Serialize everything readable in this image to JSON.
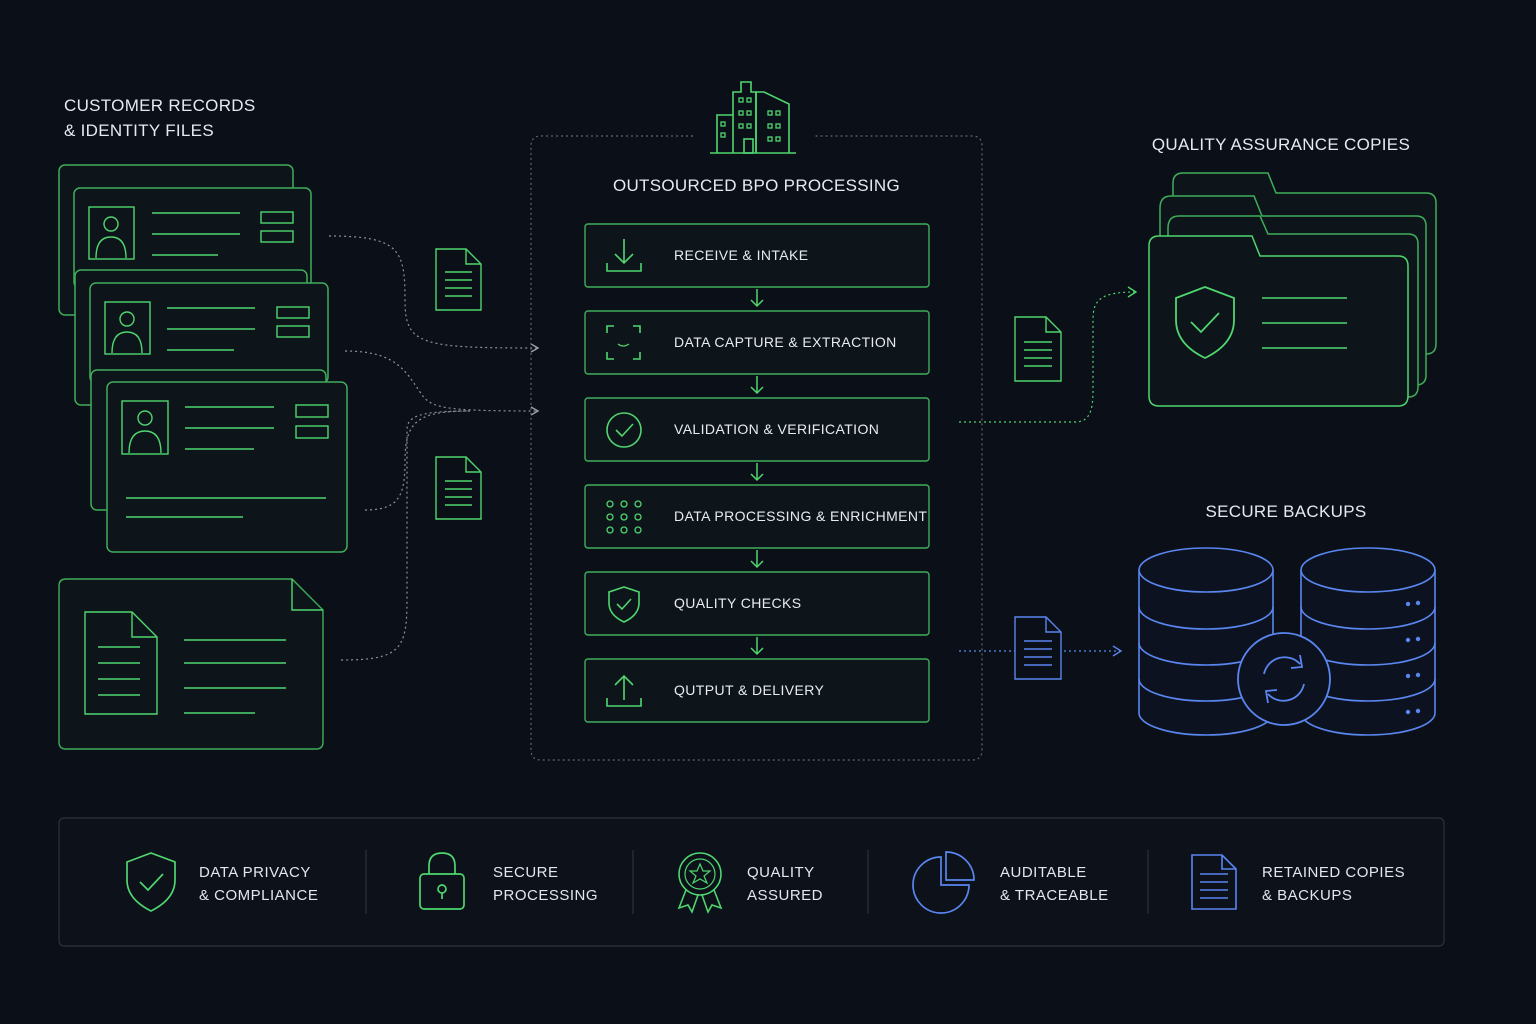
{
  "inputs": {
    "title_line1": "CUSTOMER RECORDS",
    "title_line2": "& IDENTITY FILES"
  },
  "process": {
    "title": "OUTSOURCED BPO PROCESSING",
    "steps": [
      {
        "label": "RECEIVE & INTAKE",
        "icon": "download-icon"
      },
      {
        "label": "DATA CAPTURE & EXTRACTION",
        "icon": "scan-icon"
      },
      {
        "label": "VALIDATION & VERIFICATION",
        "icon": "check-circle-icon"
      },
      {
        "label": "DATA PROCESSING & ENRICHMENT",
        "icon": "grid-dots-icon"
      },
      {
        "label": "QUALITY CHECKS",
        "icon": "shield-check-icon"
      },
      {
        "label": "QUTPUT & DELIVERY",
        "icon": "upload-icon"
      }
    ]
  },
  "qa": {
    "title": "QUALITY ASSURANCE COPIES"
  },
  "backups": {
    "title": "SECURE BACKUPS"
  },
  "features": [
    {
      "line1": "DATA PRIVACY",
      "line2": "& COMPLIANCE",
      "icon": "shield-check-icon"
    },
    {
      "line1": "SECURE",
      "line2": "PROCESSING",
      "icon": "padlock-icon"
    },
    {
      "line1": "QUALITY",
      "line2": "ASSURED",
      "icon": "award-badge-icon"
    },
    {
      "line1": "AUDITABLE",
      "line2": "& TRACEABLE",
      "icon": "pie-chart-icon"
    },
    {
      "line1": "RETAINED COPIES",
      "line2": "& BACKUPS",
      "icon": "document-icon"
    }
  ],
  "colors": {
    "background": "#0b0f17",
    "green": "#4fd66f",
    "blue": "#5a86f0",
    "text": "#e6eaf0",
    "dashed": "#6b7380"
  }
}
